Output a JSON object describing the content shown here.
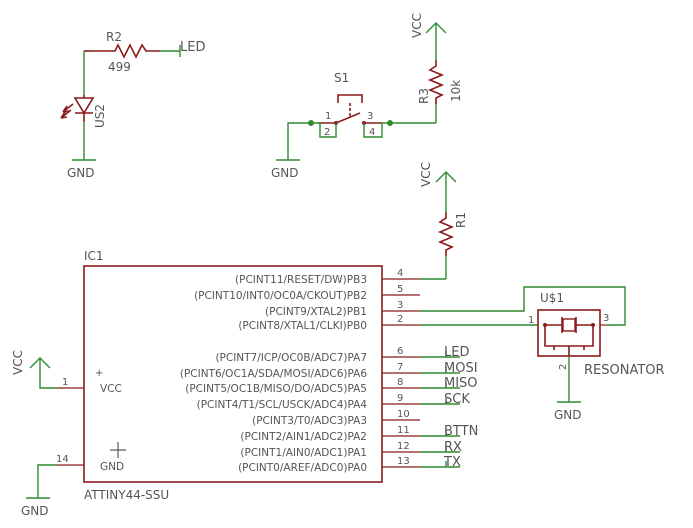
{
  "parts": {
    "r2": {
      "name": "R2",
      "value": "499",
      "net": "LED"
    },
    "led": {
      "name": "US2"
    },
    "s1": {
      "name": "S1",
      "pin1": "1",
      "pin2": "2",
      "pin3": "3",
      "pin4": "4"
    },
    "r3": {
      "name": "R3",
      "value": "10k"
    },
    "r1": {
      "name": "R1"
    },
    "ic": {
      "name": "IC1",
      "part": "ATTINY44-SSU",
      "vcc_label": "VCC",
      "gnd_label": "GND",
      "vcc_pin": "1",
      "gnd_pin": "14",
      "right_pins": [
        {
          "num": "4",
          "label": "(PCINT11/RESET/DW)PB3",
          "net": ""
        },
        {
          "num": "5",
          "label": "(PCINT10/INT0/OC0A/CKOUT)PB2",
          "net": ""
        },
        {
          "num": "3",
          "label": "(PCINT9/XTAL2)PB1",
          "net": ""
        },
        {
          "num": "2",
          "label": "(PCINT8/XTAL1/CLKI)PB0",
          "net": ""
        },
        {
          "num": "6",
          "label": "(PCINT7/ICP/OC0B/ADC7)PA7",
          "net": "LED"
        },
        {
          "num": "7",
          "label": "(PCINT6/OC1A/SDA/MOSI/ADC6)PA6",
          "net": "MOSI"
        },
        {
          "num": "8",
          "label": "(PCINT5/OC1B/MISO/DO/ADC5)PA5",
          "net": "MISO"
        },
        {
          "num": "9",
          "label": "(PCINT4/T1/SCL/USCK/ADC4)PA4",
          "net": "SCK"
        },
        {
          "num": "10",
          "label": "(PCINT3/T0/ADC3)PA3",
          "net": ""
        },
        {
          "num": "11",
          "label": "(PCINT2/AIN1/ADC2)PA2",
          "net": "BTTN"
        },
        {
          "num": "12",
          "label": "(PCINT1/AIN0/ADC1)PA1",
          "net": "RX"
        },
        {
          "num": "13",
          "label": "(PCINT0/AREF/ADC0)PA0",
          "net": "TX"
        }
      ]
    },
    "resonator": {
      "name": "U$1",
      "label": "RESONATOR",
      "pin1": "1",
      "pin2": "2",
      "pin3": "3"
    }
  },
  "supplies": {
    "vcc": "VCC",
    "gnd": "GND"
  },
  "colors": {
    "wire": "#2e8b2e",
    "symbol": "#8b1a1a",
    "text": "#555555"
  }
}
